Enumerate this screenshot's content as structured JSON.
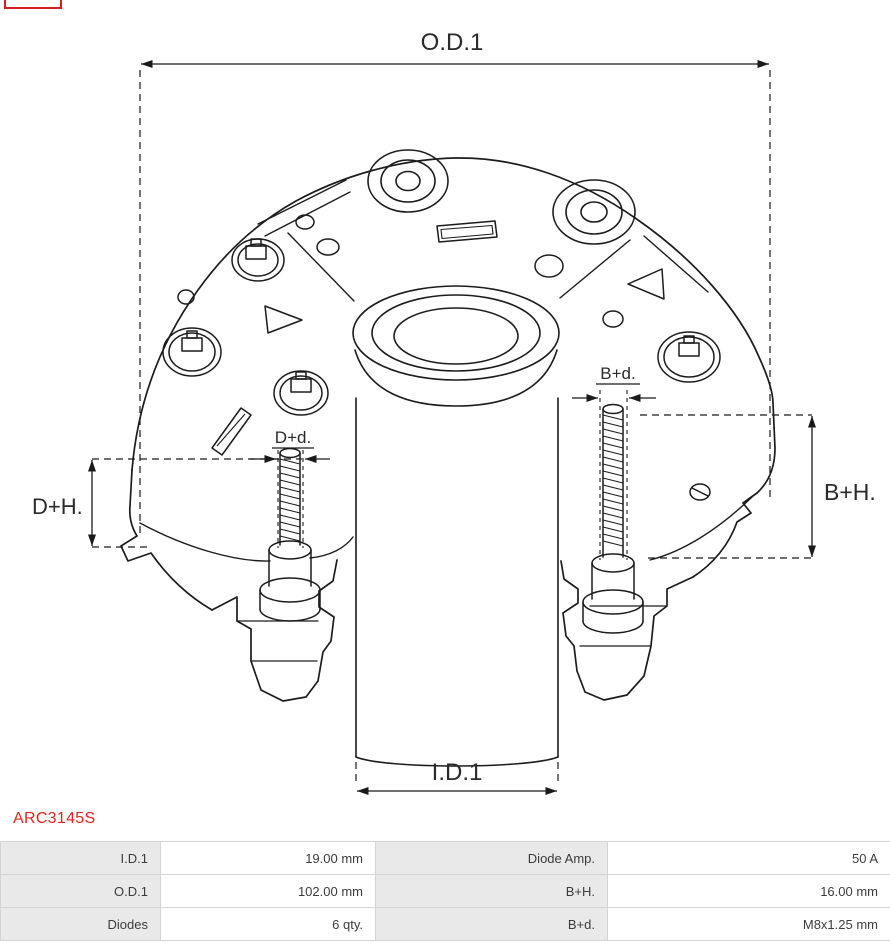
{
  "brand": {
    "logo_color": "#d61c23",
    "part_number_color": "#e0251f"
  },
  "part_number": "ARC3145S",
  "diagram": {
    "labels": {
      "od1": "O.D.1",
      "id1": "I.D.1",
      "d_plus_h": "D+H.",
      "b_plus_h": "B+H.",
      "d_plus_d": "D+d.",
      "b_plus_d": "B+d."
    }
  },
  "spec_table": {
    "rows": [
      {
        "label_left": "I.D.1",
        "value_left": "19.00 mm",
        "label_right": "Diode Amp.",
        "value_right": "50 A"
      },
      {
        "label_left": "O.D.1",
        "value_left": "102.00 mm",
        "label_right": "B+H.",
        "value_right": "16.00 mm"
      },
      {
        "label_left": "Diodes",
        "value_left": "6 qty.",
        "label_right": "B+d.",
        "value_right": "M8x1.25 mm"
      }
    ]
  }
}
